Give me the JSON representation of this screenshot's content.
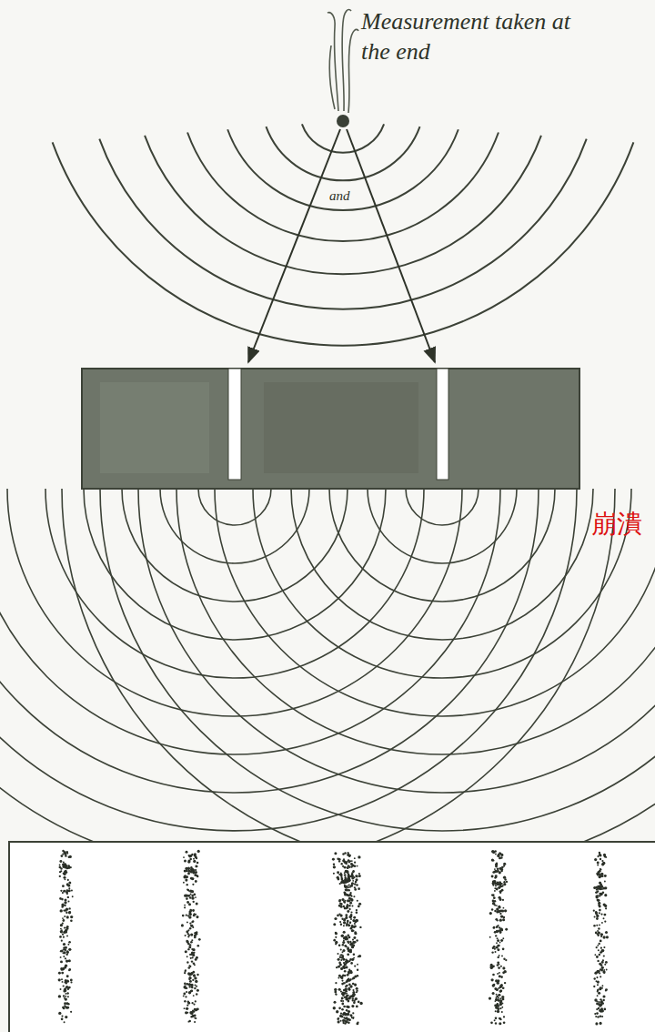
{
  "diagram": {
    "labels": [
      "Measurement taken at the end",
      "and",
      "崩潰"
    ]
  }
}
